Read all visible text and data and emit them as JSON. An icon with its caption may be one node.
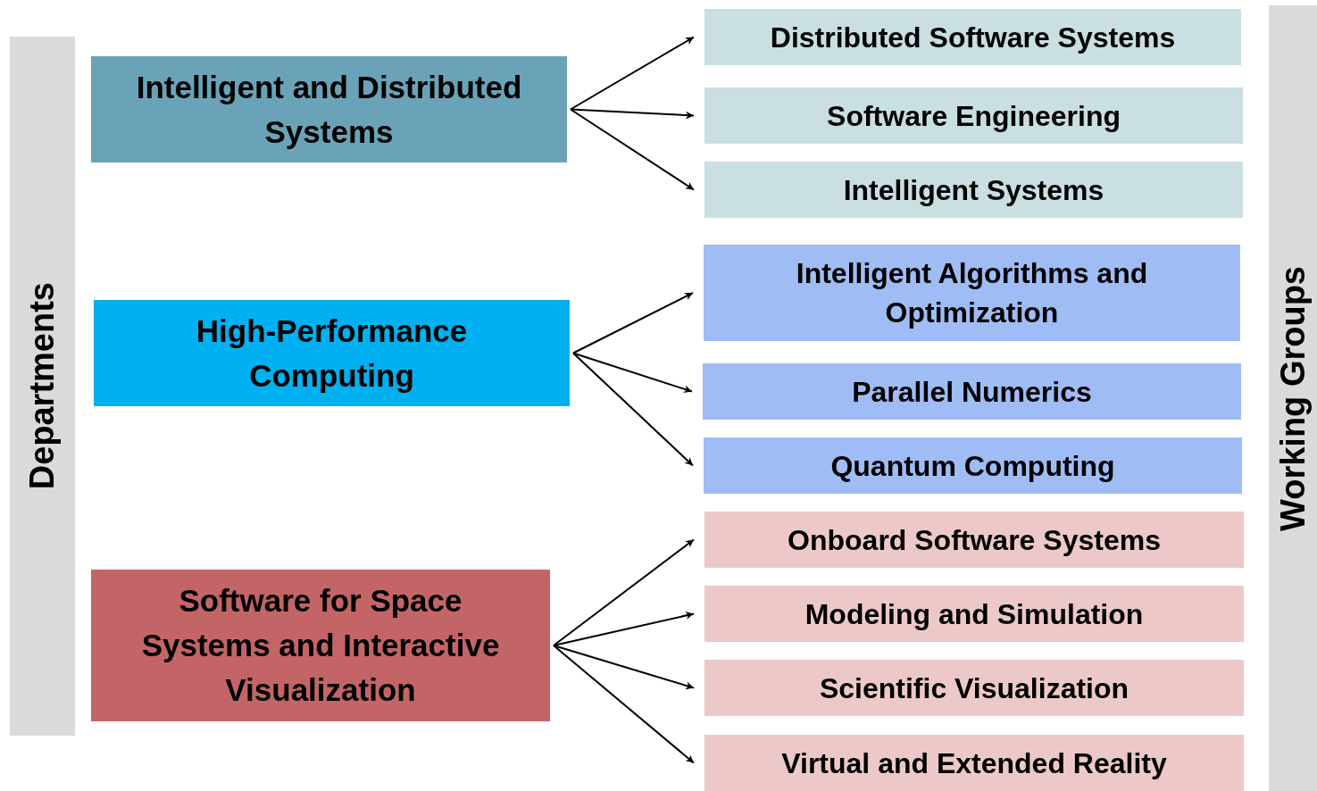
{
  "diagram": {
    "nodes": [
      {
        "text": [
          "Departments"
        ]
      },
      {
        "text": [
          "Intelligent and Distributed Systems"
        ]
      },
      {
        "text": [
          "High-Performance Computing"
        ]
      },
      {
        "text": [
          "Software for Space Systems and Interactive Visualization"
        ]
      },
      {
        "text": [
          "Working Groups"
        ]
      },
      {
        "text": [
          "Distributed Software Systems"
        ]
      },
      {
        "text": [
          "Software Engineering"
        ]
      },
      {
        "text": [
          "Intelligent Systems"
        ]
      },
      {
        "text": [
          "Intelligent Algorithms and Optimization"
        ]
      },
      {
        "text": [
          "Parallel Numerics"
        ]
      },
      {
        "text": [
          "Quantum Computing"
        ]
      },
      {
        "text": [
          "Onboard Software Systems"
        ]
      },
      {
        "text": [
          "Modeling and Simulation"
        ]
      },
      {
        "text": [
          "Scientific Visualization"
        ]
      },
      {
        "text": [
          "Virtual and Extended Reality"
        ]
      }
    ],
    "edges": [
      {
        "from": 1,
        "to": 5,
        "arrow": "to"
      },
      {
        "from": 1,
        "to": 6,
        "arrow": "to"
      },
      {
        "from": 1,
        "to": 7,
        "arrow": "to"
      },
      {
        "from": 2,
        "to": 8,
        "arrow": "to"
      },
      {
        "from": 2,
        "to": 9,
        "arrow": "to"
      },
      {
        "from": 2,
        "to": 10,
        "arrow": "to"
      },
      {
        "from": 3,
        "to": 11,
        "arrow": "to"
      },
      {
        "from": 3,
        "to": 12,
        "arrow": "to"
      },
      {
        "from": 3,
        "to": 13,
        "arrow": "to"
      },
      {
        "from": 3,
        "to": 14,
        "arrow": "to"
      }
    ]
  }
}
